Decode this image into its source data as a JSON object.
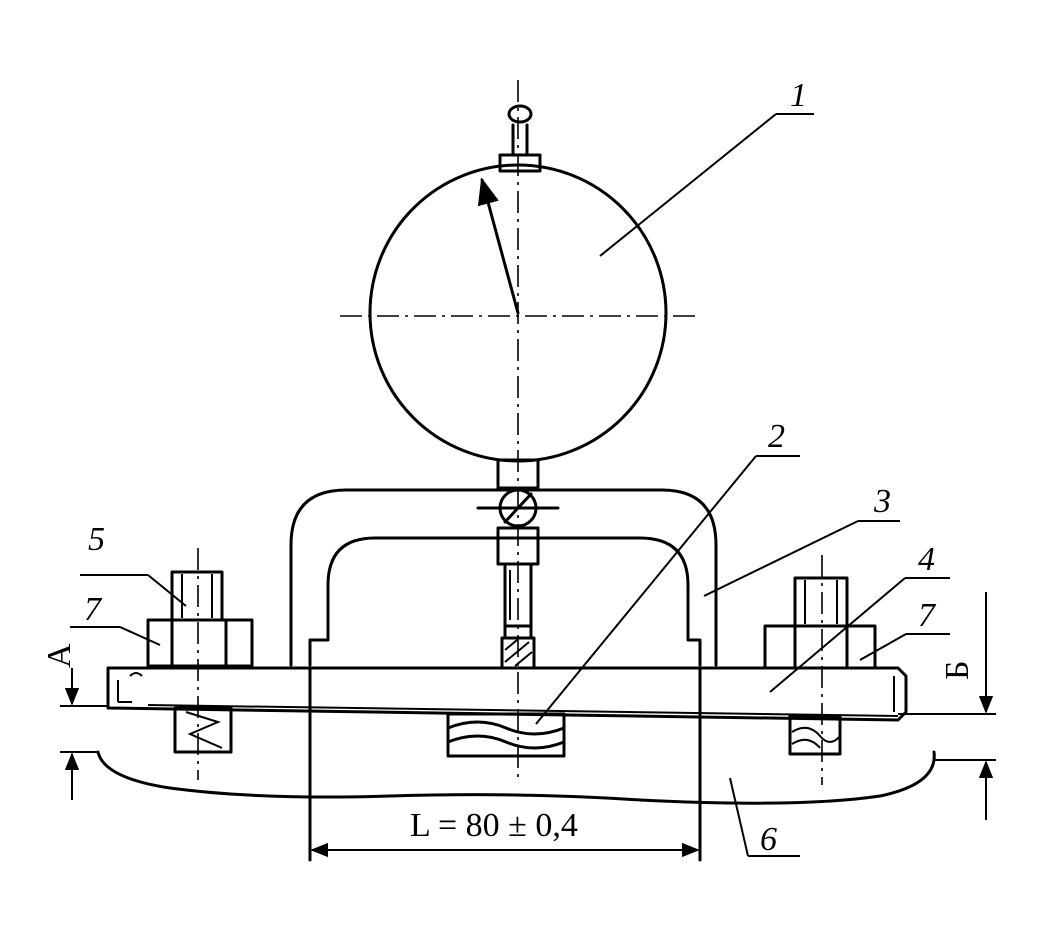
{
  "labels": {
    "dial_gauge": "1",
    "sensor_probe": "2",
    "bracket": "3",
    "base_plate": "4",
    "bolt": "5",
    "part": "6",
    "nut_left": "7",
    "nut_right": "7"
  },
  "dimensions": {
    "length": "L = 80 ± 0,4",
    "gap_a": "А",
    "gap_b": "Б"
  },
  "colors": {
    "ink": "#000000",
    "paper": "#ffffff"
  }
}
